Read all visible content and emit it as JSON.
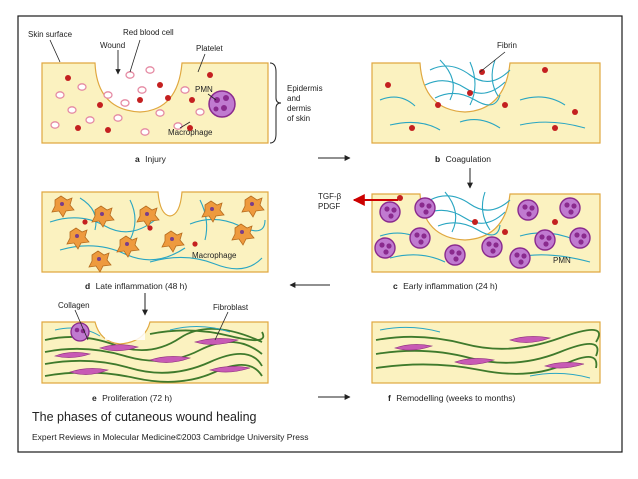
{
  "colors": {
    "frame": "#1a1a1a",
    "tissue": "#fbf2c0",
    "tissue_edge": "#e0a840",
    "rbc": "#e58aa3",
    "platelet": "#c42020",
    "pmn": "#8a2a8e",
    "pmn_fill": "#c07ad0",
    "fibrin": "#2aa6c2",
    "macrophage": "#ee9a3e",
    "collagen": "#3f7a2c",
    "fibroblast": "#c85ab5",
    "arrow": "#222222",
    "signal_arrow": "#cc0000"
  },
  "labels": {
    "skin_surface": "Skin surface",
    "red_blood_cell": "Red blood cell",
    "wound": "Wound",
    "platelet": "Platelet",
    "pmn": "PMN",
    "macrophage": "Macrophage",
    "epidermis_1": "Epidermis",
    "epidermis_2": "and",
    "epidermis_3": "dermis",
    "epidermis_4": "of skin",
    "fibrin": "Fibrin",
    "tgf": "TGF-β",
    "pdgf": "PDGF",
    "macrophage_d": "Macrophage",
    "pmn_c": "PMN",
    "collagen": "Collagen",
    "fibroblast": "Fibroblast"
  },
  "panels": [
    {
      "letter": "a",
      "caption": "Injury"
    },
    {
      "letter": "b",
      "caption": "Coagulation"
    },
    {
      "letter": "c",
      "caption": "Early inflammation (24 h)"
    },
    {
      "letter": "d",
      "caption": "Late inflammation (48 h)"
    },
    {
      "letter": "e",
      "caption": "Proliferation (72 h)"
    },
    {
      "letter": "f",
      "caption": "Remodelling (weeks to months)"
    }
  ],
  "title": "The phases of cutaneous wound healing",
  "source": "Expert Reviews in Molecular Medicine©2003 Cambridge University Press"
}
